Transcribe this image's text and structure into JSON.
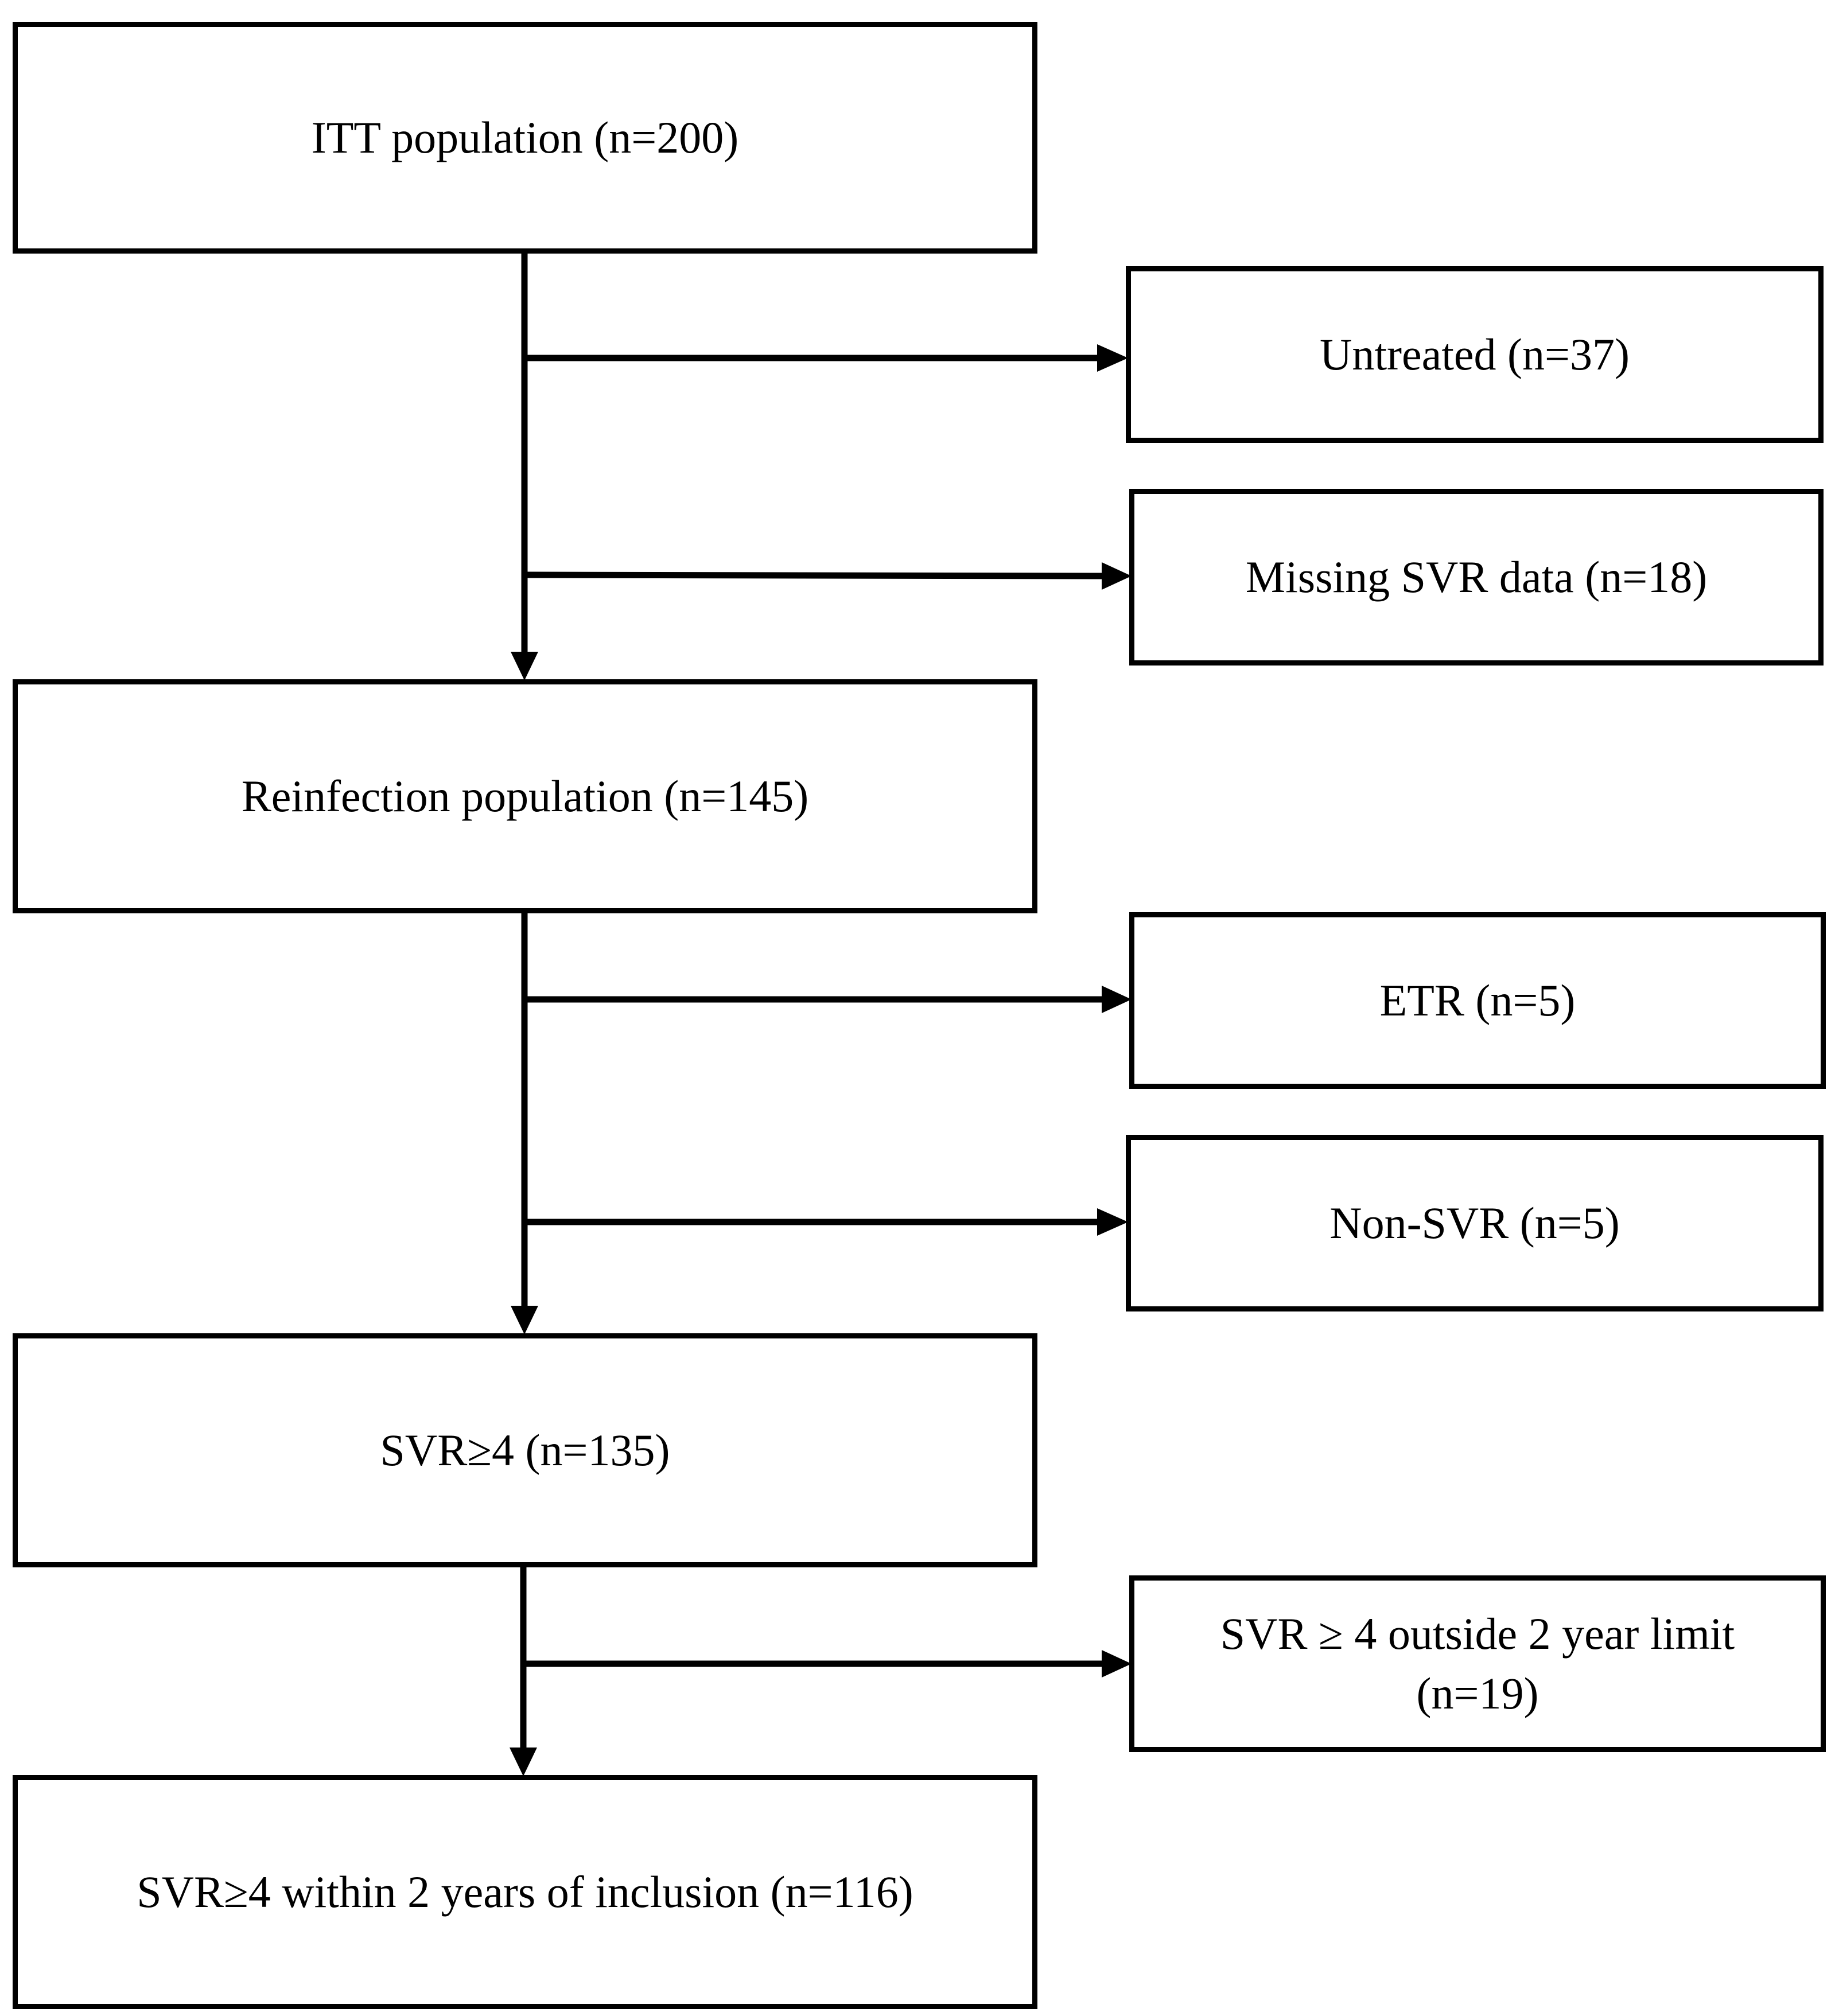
{
  "flowchart": {
    "main_boxes": [
      {
        "id": "itt",
        "label": "ITT population (n=200)"
      },
      {
        "id": "reinfection",
        "label": "Reinfection population (n=145)"
      },
      {
        "id": "svr4",
        "label": "SVR≥4 (n=135)"
      },
      {
        "id": "svr4_2y",
        "label": "SVR≥4 within 2 years of inclusion (n=116)"
      }
    ],
    "exclusion_boxes": [
      {
        "id": "untreated",
        "label": "Untreated (n=37)"
      },
      {
        "id": "missing_svr",
        "label": "Missing SVR data (n=18)"
      },
      {
        "id": "etr",
        "label": "ETR (n=5)"
      },
      {
        "id": "non_svr",
        "label": "Non-SVR (n=5)"
      },
      {
        "id": "outside_limit",
        "label_line1": "SVR ≥ 4 outside 2 year limit",
        "label_line2": "(n=19)"
      }
    ],
    "colors": {
      "line": "#000000",
      "box_fill": "#ffffff",
      "text": "#000000"
    }
  }
}
